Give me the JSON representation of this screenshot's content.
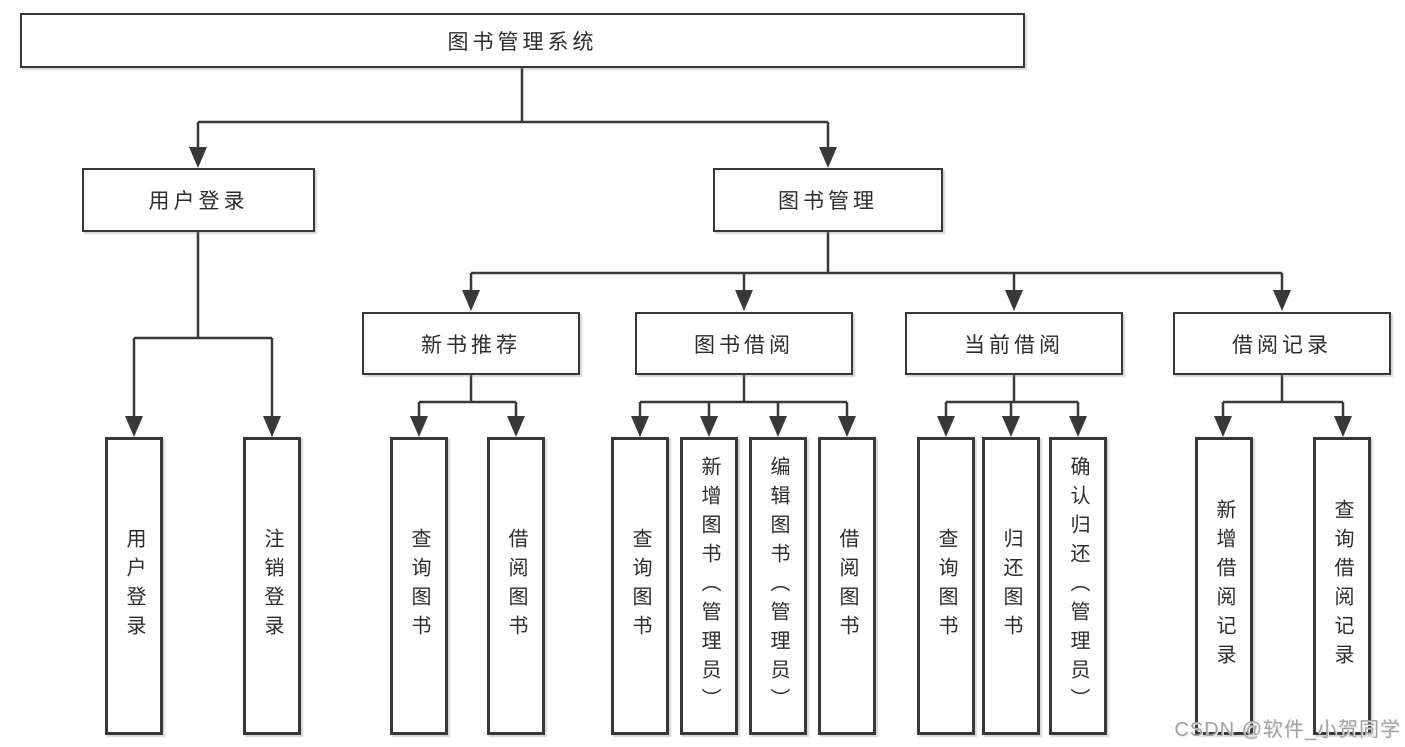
{
  "diagram": {
    "root": {
      "label": "图书管理系统",
      "children": [
        {
          "label": "用户登录",
          "children": [
            {
              "label": "用户登录"
            },
            {
              "label": "注销登录"
            }
          ]
        },
        {
          "label": "图书管理",
          "children": [
            {
              "label": "新书推荐",
              "children": [
                {
                  "label": "查询图书"
                },
                {
                  "label": "借阅图书"
                }
              ]
            },
            {
              "label": "图书借阅",
              "children": [
                {
                  "label": "查询图书"
                },
                {
                  "label": "新增图书（管理员）"
                },
                {
                  "label": "编辑图书（管理员）"
                },
                {
                  "label": "借阅图书"
                }
              ]
            },
            {
              "label": "当前借阅",
              "children": [
                {
                  "label": "查询图书"
                },
                {
                  "label": "归还图书"
                },
                {
                  "label": "确认归还（管理员）"
                }
              ]
            },
            {
              "label": "借阅记录",
              "children": [
                {
                  "label": "新增借阅记录"
                },
                {
                  "label": "查询借阅记录"
                }
              ]
            }
          ]
        }
      ]
    }
  },
  "watermark": {
    "text": "CSDN @软件_小贺同学"
  },
  "colors": {
    "line": "#383838",
    "border": "#383838",
    "text": "#2d2d2d",
    "background": "#ffffff",
    "watermark": "#a3a3a3"
  }
}
